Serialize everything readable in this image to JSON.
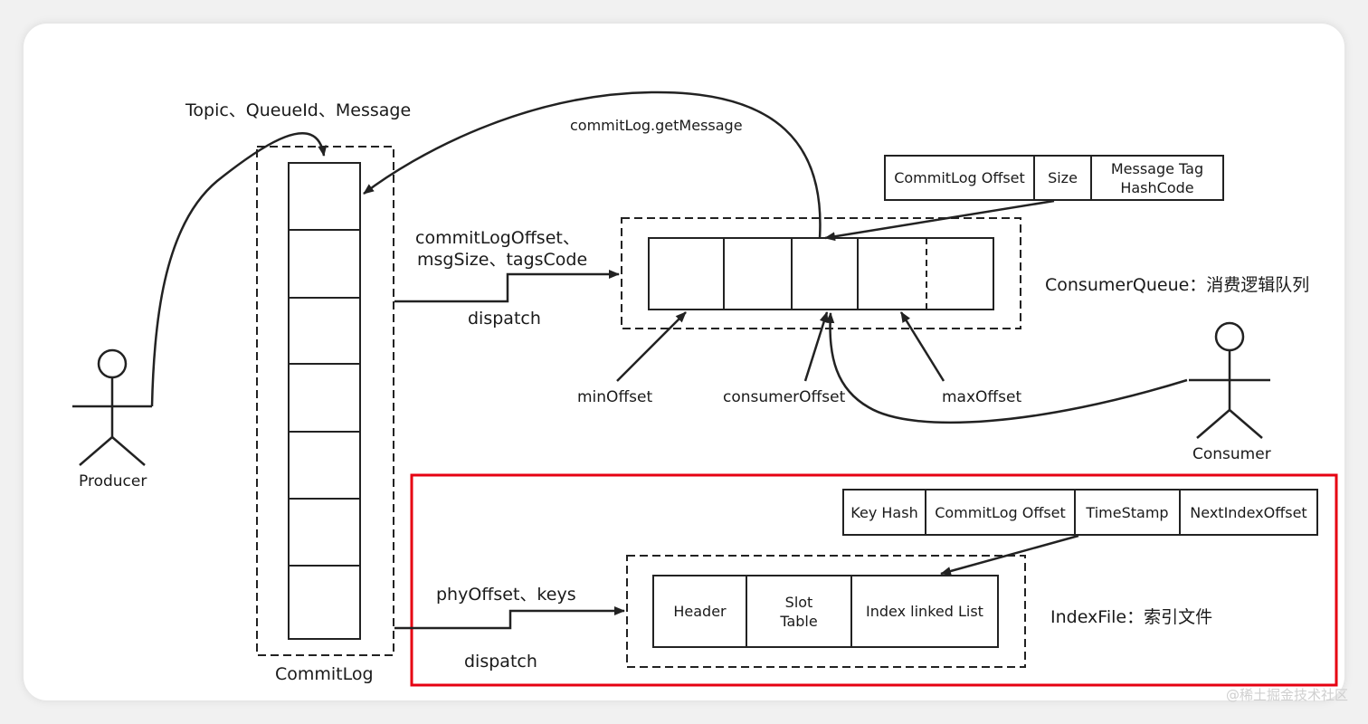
{
  "producer": {
    "label": "Producer",
    "message_label": "Topic、QueueId、Message"
  },
  "commitlog": {
    "label": "CommitLog"
  },
  "consumer": {
    "label": "Consumer"
  },
  "get_message_label": "commitLog.getMessage",
  "dispatch_top": {
    "fields_line1": "commitLogOffset、",
    "fields_line2": "msgSize、tagsCode",
    "label": "dispatch"
  },
  "consume_queue": {
    "title": "ConsumerQueue：消费逻辑队列",
    "entry_fields": [
      "CommitLog Offset",
      "Size",
      "Message Tag\nHashCode"
    ],
    "pointers": {
      "min": "minOffset",
      "consumer": "consumerOffset",
      "max": "maxOffset"
    }
  },
  "dispatch_bottom": {
    "fields": "phyOffset、keys",
    "label": "dispatch"
  },
  "index_file": {
    "title": "IndexFile：索引文件",
    "entry_fields": [
      "Key Hash",
      "CommitLog Offset",
      "TimeStamp",
      "NextIndexOffset"
    ],
    "sections": [
      "Header",
      "Slot\nTable",
      "Index linked List"
    ]
  },
  "highlight_color": "#e60012",
  "watermark": "@稀土掘金技术社区"
}
